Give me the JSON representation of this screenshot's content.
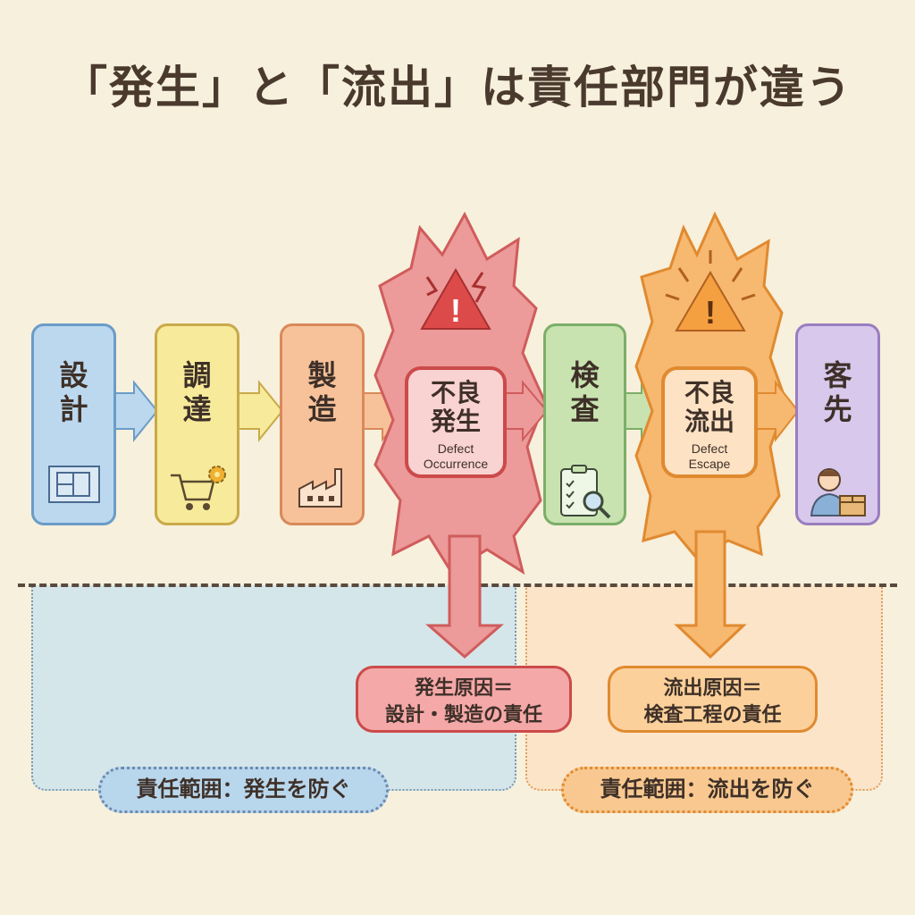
{
  "title": "「発生」と「流出」は責任部門が違う",
  "steps": [
    {
      "label": "設計",
      "icon": "blueprint-icon"
    },
    {
      "label": "調達",
      "icon": "shopping-cart-gear-icon"
    },
    {
      "label": "製造",
      "icon": "factory-icon"
    },
    {
      "label": "検査",
      "icon": "clipboard-magnifier-icon"
    },
    {
      "label": "客先",
      "icon": "customer-box-icon"
    }
  ],
  "defect_occurrence": {
    "jp": "不良発生",
    "en1": "Defect",
    "en2": "Occurrence"
  },
  "defect_escape": {
    "jp": "不良流出",
    "en1": "Defect",
    "en2": "Escape"
  },
  "occurrence_cause": {
    "line1": "発生原因＝",
    "line2": "設計・製造の責任"
  },
  "escape_cause": {
    "line1": "流出原因＝",
    "line2": "検査工程の責任"
  },
  "scope_occurrence": "責任範囲：発生を防ぐ",
  "scope_escape": "責任範囲：流出を防ぐ",
  "colors": {
    "background": "#f7f0dc",
    "red": "#e88080",
    "orange": "#f5b060",
    "blue_zone": "#d5e6ea",
    "orange_zone": "#fbe4c8"
  }
}
